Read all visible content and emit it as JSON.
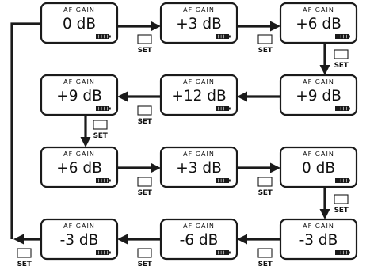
{
  "display_title": "AF GAIN",
  "set_label": "SET",
  "screens": [
    {
      "value": "0 dB",
      "icon": "battery-icon"
    },
    {
      "value": "+3 dB",
      "icon": "battery-icon"
    },
    {
      "value": "+6 dB",
      "icon": "battery-icon"
    },
    {
      "value": "+9 dB",
      "icon": "battery-icon"
    },
    {
      "value": "+12 dB",
      "icon": "battery-icon"
    },
    {
      "value": "+9 dB",
      "icon": "battery-icon"
    },
    {
      "value": "+6 dB",
      "icon": "battery-icon"
    },
    {
      "value": "+3 dB",
      "icon": "battery-icon"
    },
    {
      "value": "0 dB",
      "icon": "battery-icon"
    },
    {
      "value": "-3 dB",
      "icon": "battery-icon"
    },
    {
      "value": "-6 dB",
      "icon": "battery-icon"
    },
    {
      "value": "-3 dB",
      "icon": "battery-icon"
    }
  ],
  "colors": {
    "ink": "#1a1a1a",
    "background": "#ffffff"
  }
}
